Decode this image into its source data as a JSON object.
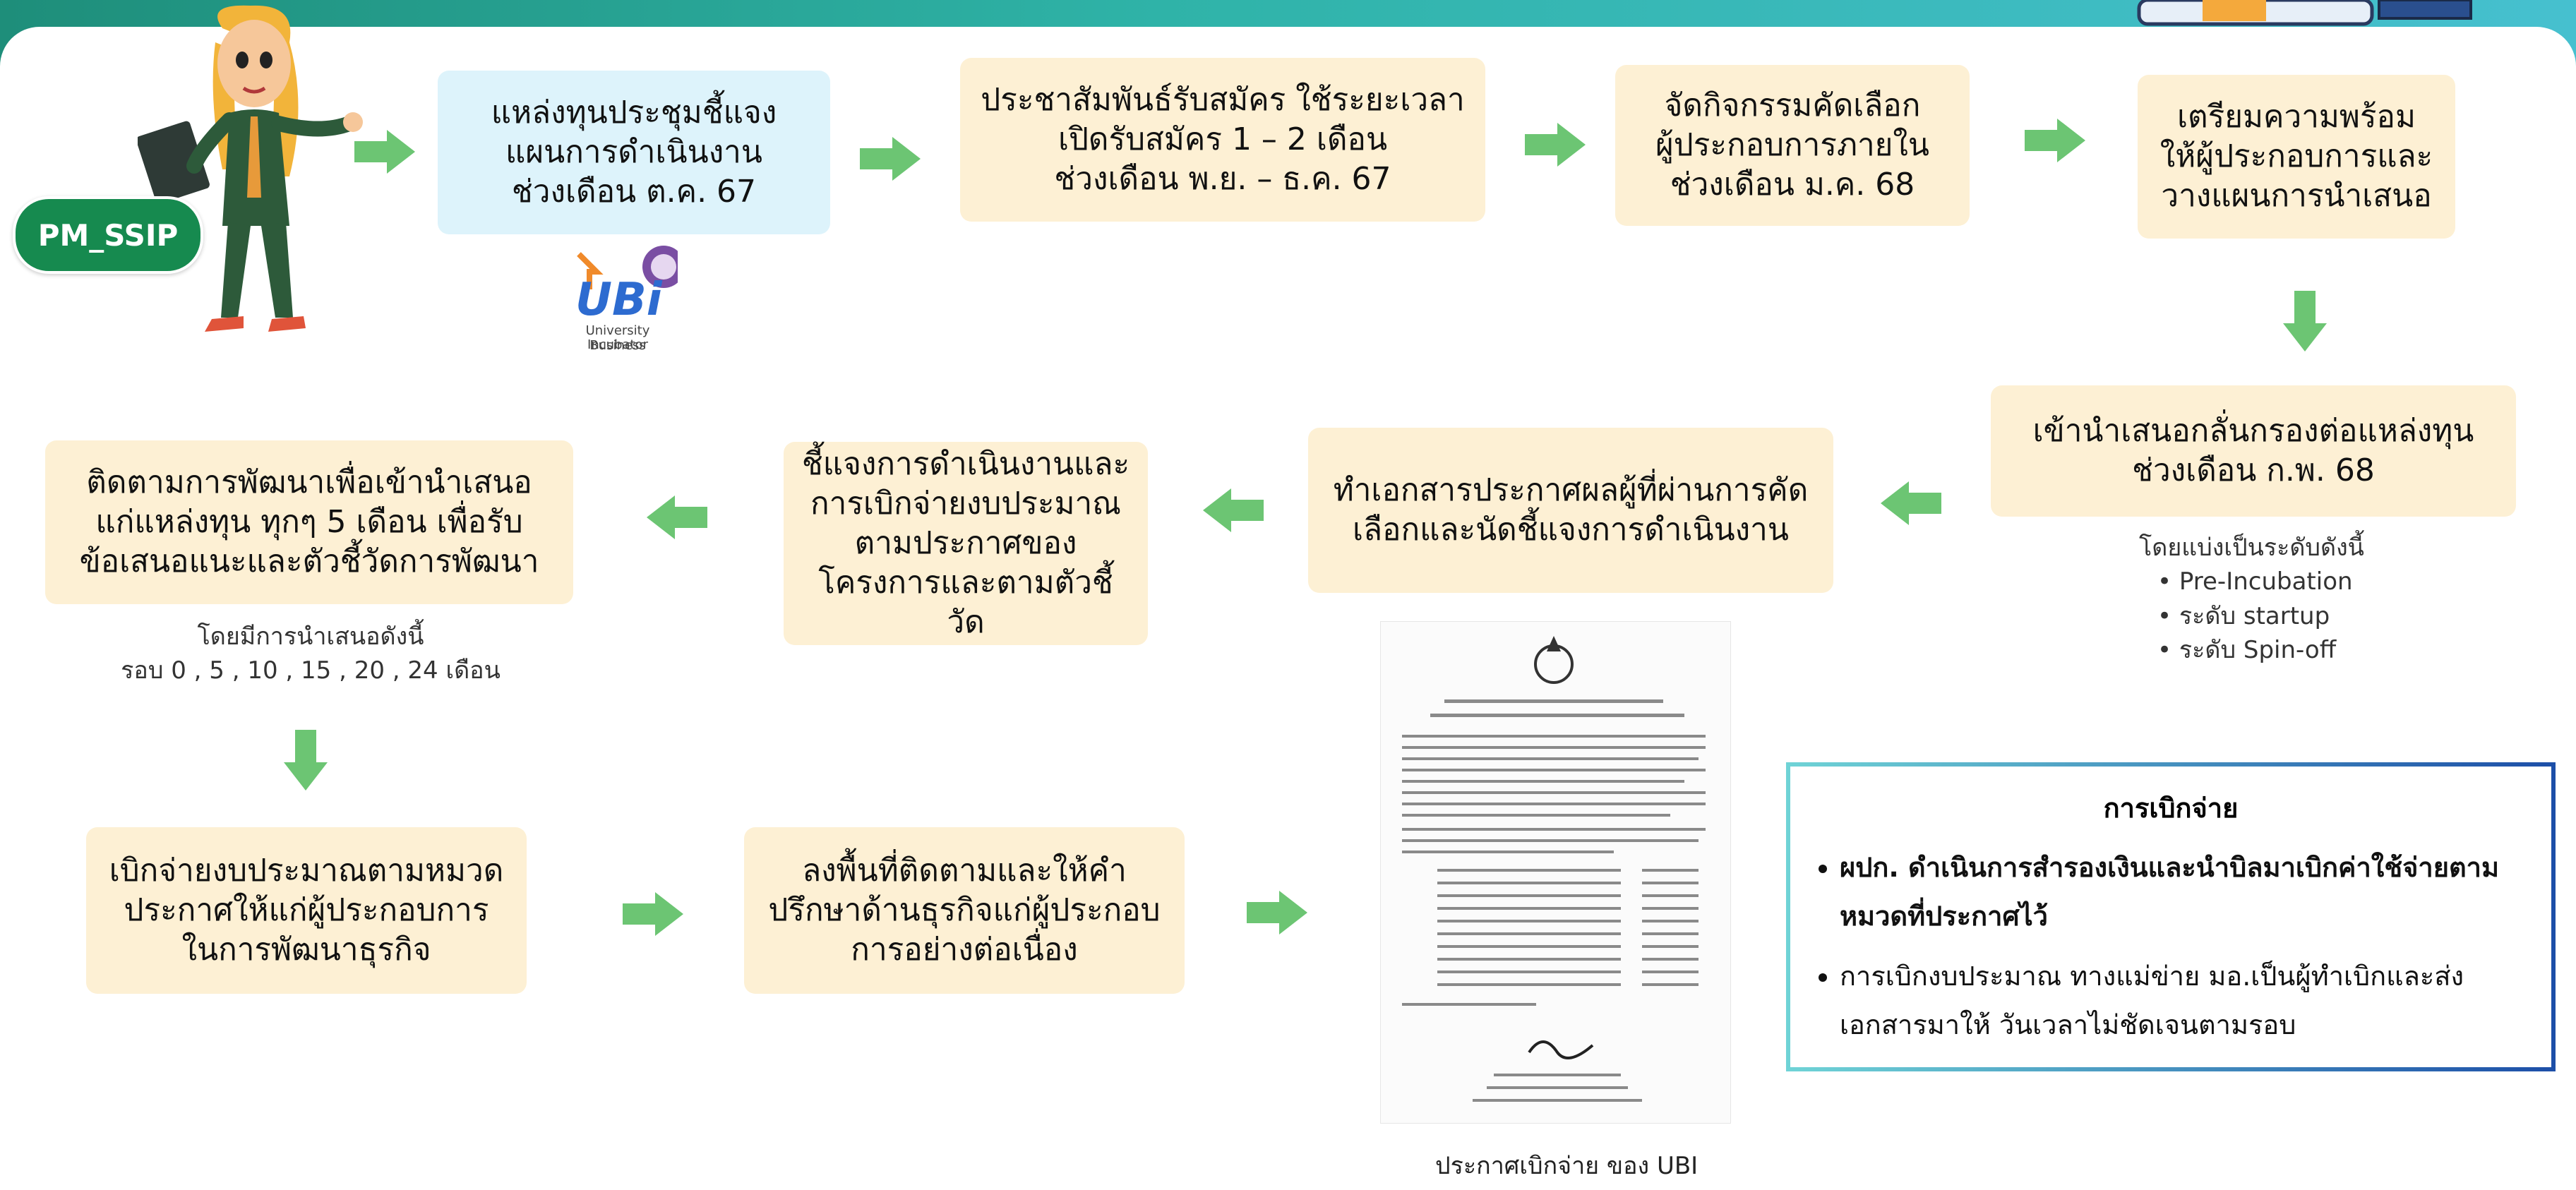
{
  "badge": "PM_SSIP",
  "logo": {
    "text": "UBi",
    "subtitle_lines": [
      "University Business",
      "Incubator"
    ]
  },
  "steps": [
    {
      "lines": [
        "แหล่งทุนประชุมชี้แจง",
        "แผนการดำเนินงาน",
        "ช่วงเดือน ต.ค. 67"
      ]
    },
    {
      "lines": [
        "ประชาสัมพันธ์รับสมัคร ใช้ระยะเวลา",
        "เปิดรับสมัคร 1 – 2 เดือน",
        "ช่วงเดือน พ.ย. – ธ.ค. 67"
      ]
    },
    {
      "lines": [
        "จัดกิจกรรมคัดเลือก",
        "ผู้ประกอบการภายใน",
        "ช่วงเดือน ม.ค. 68"
      ]
    },
    {
      "lines": [
        "เตรียมความพร้อม",
        "ให้ผู้ประกอบการและ",
        "วางแผนการนำเสนอ"
      ]
    },
    {
      "lines": [
        "เข้านำเสนอกลั่นกรองต่อแหล่งทุน",
        "ช่วงเดือน ก.พ. 68"
      ]
    },
    {
      "lines": [
        "ทำเอกสารประกาศผลผู้ที่ผ่านการคัด",
        "เลือกและนัดชี้แจงการดำเนินงาน"
      ]
    },
    {
      "lines": [
        "ชี้แจงการดำเนินงานและ",
        "การเบิกจ่ายงบประมาณ",
        "ตามประกาศของ",
        "โครงการและตามตัวชี้วัด"
      ]
    },
    {
      "lines": [
        "ติดตามการพัฒนาเพื่อเข้านำเสนอ",
        "แก่แหล่งทุน ทุกๆ 5 เดือน เพื่อรับ",
        "ข้อเสนอแนะและตัวชี้วัดการพัฒนา"
      ]
    },
    {
      "lines": [
        "เบิกจ่ายงบประมาณตามหมวด",
        "ประกาศให้แก่ผู้ประกอบการ",
        "ในการพัฒนาธุรกิจ"
      ]
    },
    {
      "lines": [
        "ลงพื้นที่ติดตามและให้คำ",
        "ปรึกษาด้านธุรกิจแก่ผู้ประกอบ",
        "การอย่างต่อเนื่อง"
      ]
    }
  ],
  "levels_note": {
    "heading": "โดยแบ่งเป็นระดับดังนี้",
    "items": [
      "Pre-Incubation",
      "ระดับ startup",
      "ระดับ Spin-off"
    ]
  },
  "rounds_note": {
    "heading": "โดยมีการนำเสนอดังนี้",
    "rounds": "รอบ 0 , 5 , 10 , 15 , 20 , 24 เดือน"
  },
  "payment": {
    "title": "การเบิกจ่าย",
    "items": [
      "ผปก. ดำเนินการสำรองเงินและนำบิลมาเบิกค่าใช้จ่ายตามหมวดที่ประกาศไว้",
      "การเบิกงบประมาณ ทางแม่ข่าย มอ.เป็นผู้ทำเบิกและส่งเอกสารมาให้ วันเวลาไม่ชัดเจนตามรอบ"
    ]
  },
  "document_caption": "ประกาศเบิกจ่าย ของ UBI",
  "colors": {
    "cream_box": "#fdf0d4",
    "blue_box": "#ddf3fb",
    "badge_green": "#168a4f",
    "arrow_green": "#6cc573"
  }
}
